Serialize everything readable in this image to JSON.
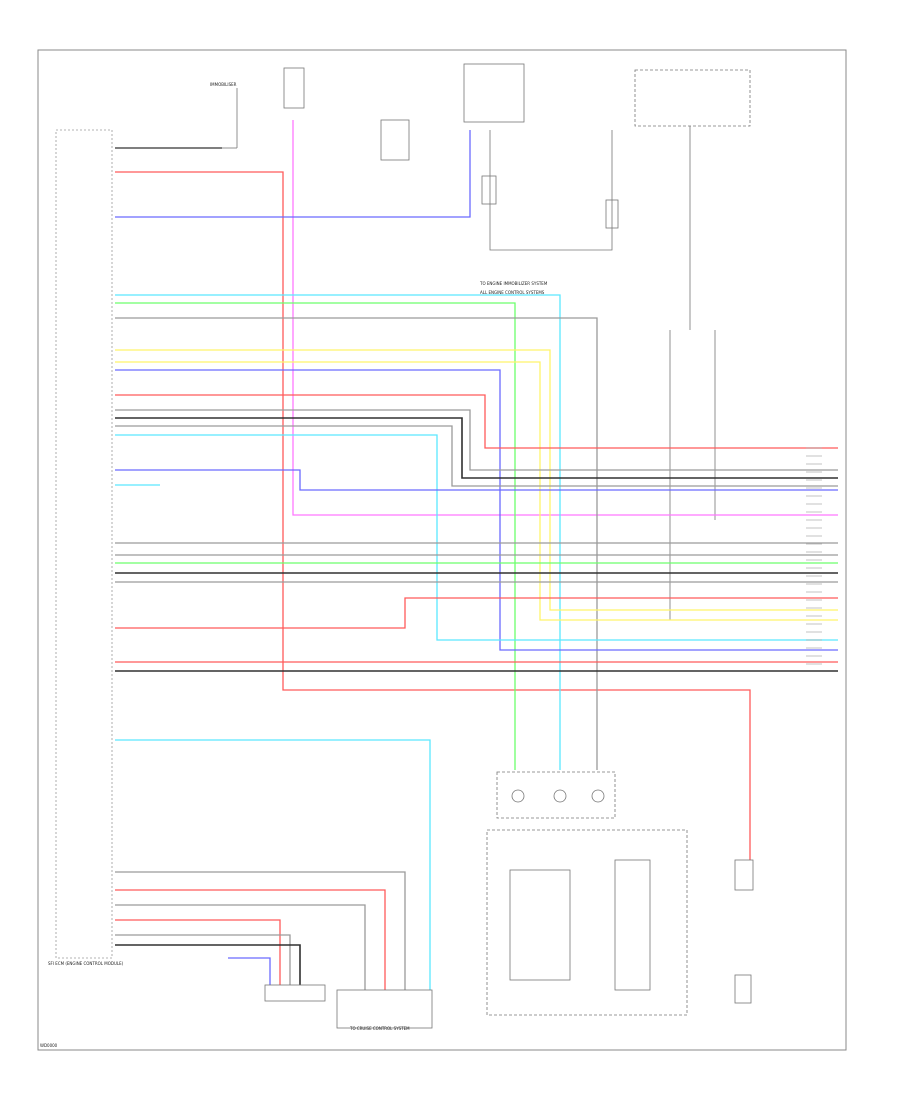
{
  "footer": {
    "code": "WD0000"
  },
  "ecm": {
    "label": "SFI ECM (ENGINE CONTROL MODULE)"
  },
  "labels": {
    "immobiliser": "IMMOBILISER",
    "ecm_link_note": "TO ENGINE IMMOBILIZER SYSTEM",
    "side_note": "ALL ENGINE CONTROL SYSTEMS",
    "connector_note": "TO CRUISE CONTROL SYSTEM"
  },
  "colors": {
    "red": "#ff5a5a",
    "pink": "#ff78ff",
    "blue": "#6a6aff",
    "cyan": "#5ae8ff",
    "green": "#6cff6c",
    "yellow": "#fff36a",
    "gray": "#9a9a9a",
    "black": "#303030",
    "frame": "#777777"
  }
}
